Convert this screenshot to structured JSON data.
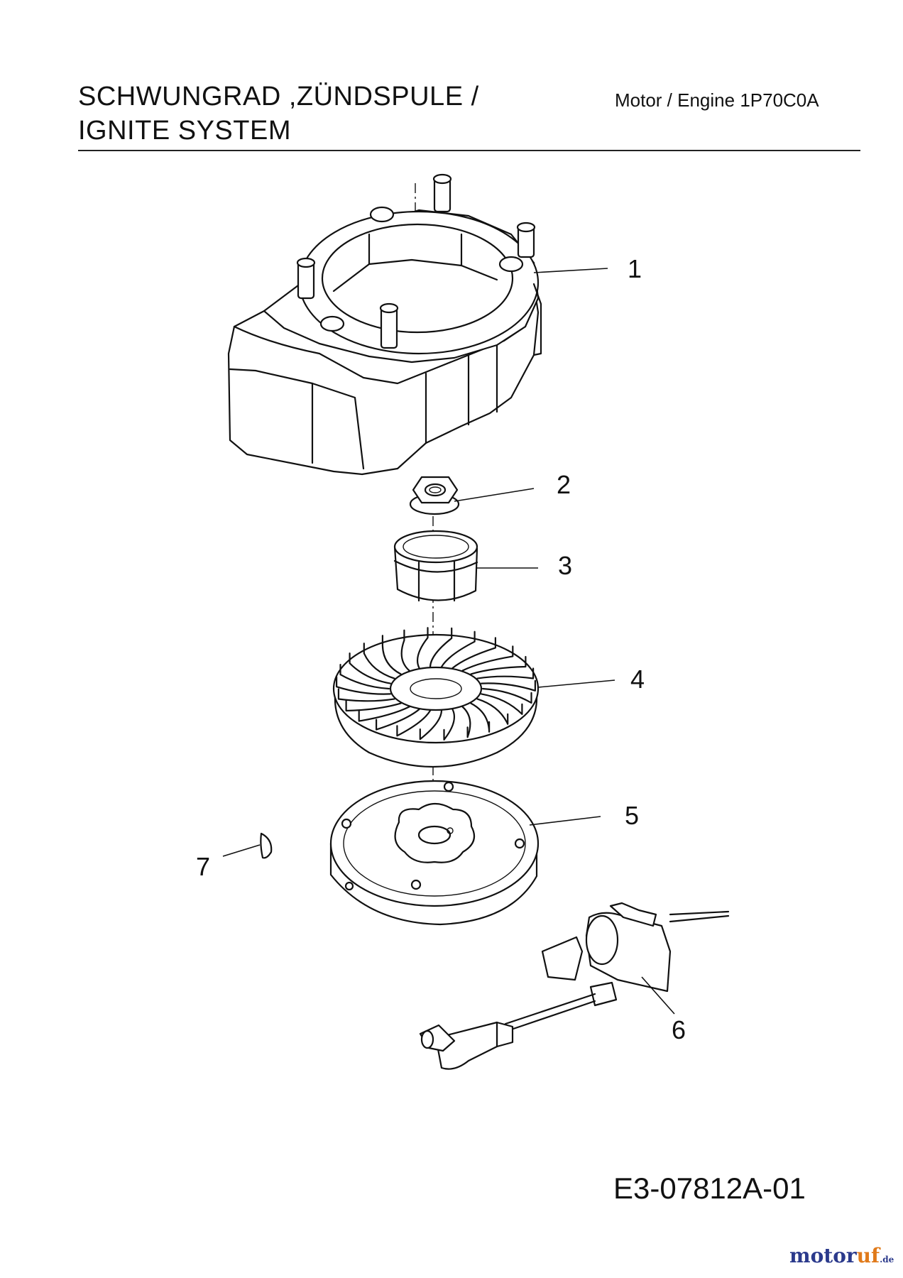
{
  "header": {
    "title_line1": "SCHWUNGRAD ,ZÜNDSPULE /",
    "title_line2": "IGNITE SYSTEM",
    "engine_label": "Motor / Engine 1P70C0A"
  },
  "callouts": [
    "1",
    "2",
    "3",
    "4",
    "5",
    "6",
    "7"
  ],
  "drawing_id": "E3-07812A-01",
  "watermark": {
    "part_a": "motor",
    "part_b": "uf",
    "part_c": ".de"
  },
  "parts": [
    {
      "callout": "1",
      "icon": "fan-housing-icon"
    },
    {
      "callout": "2",
      "icon": "flange-nut-icon"
    },
    {
      "callout": "3",
      "icon": "starter-cup-icon"
    },
    {
      "callout": "4",
      "icon": "fan-impeller-icon"
    },
    {
      "callout": "5",
      "icon": "flywheel-icon"
    },
    {
      "callout": "6",
      "icon": "ignition-coil-icon"
    },
    {
      "callout": "7",
      "icon": "woodruff-key-icon"
    }
  ]
}
